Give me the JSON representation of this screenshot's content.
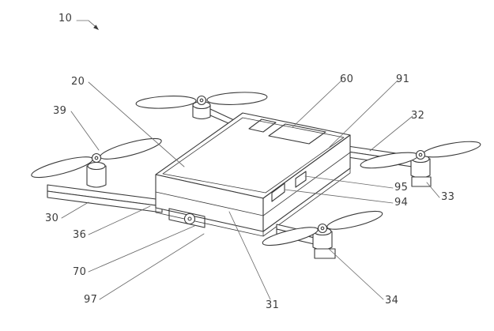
{
  "colors": {
    "ink": "#3a3a3a",
    "leader": "#6a6a6a",
    "background": "#ffffff",
    "label_text": "#3c3c3c"
  },
  "labels": {
    "n10": "10",
    "n20": "20",
    "n30": "30",
    "n31": "31",
    "n32": "32",
    "n33": "33",
    "n34": "34",
    "n36": "36",
    "n39": "39",
    "n60": "60",
    "n70": "70",
    "n91": "91",
    "n94": "94",
    "n95": "95",
    "n97": "97"
  }
}
